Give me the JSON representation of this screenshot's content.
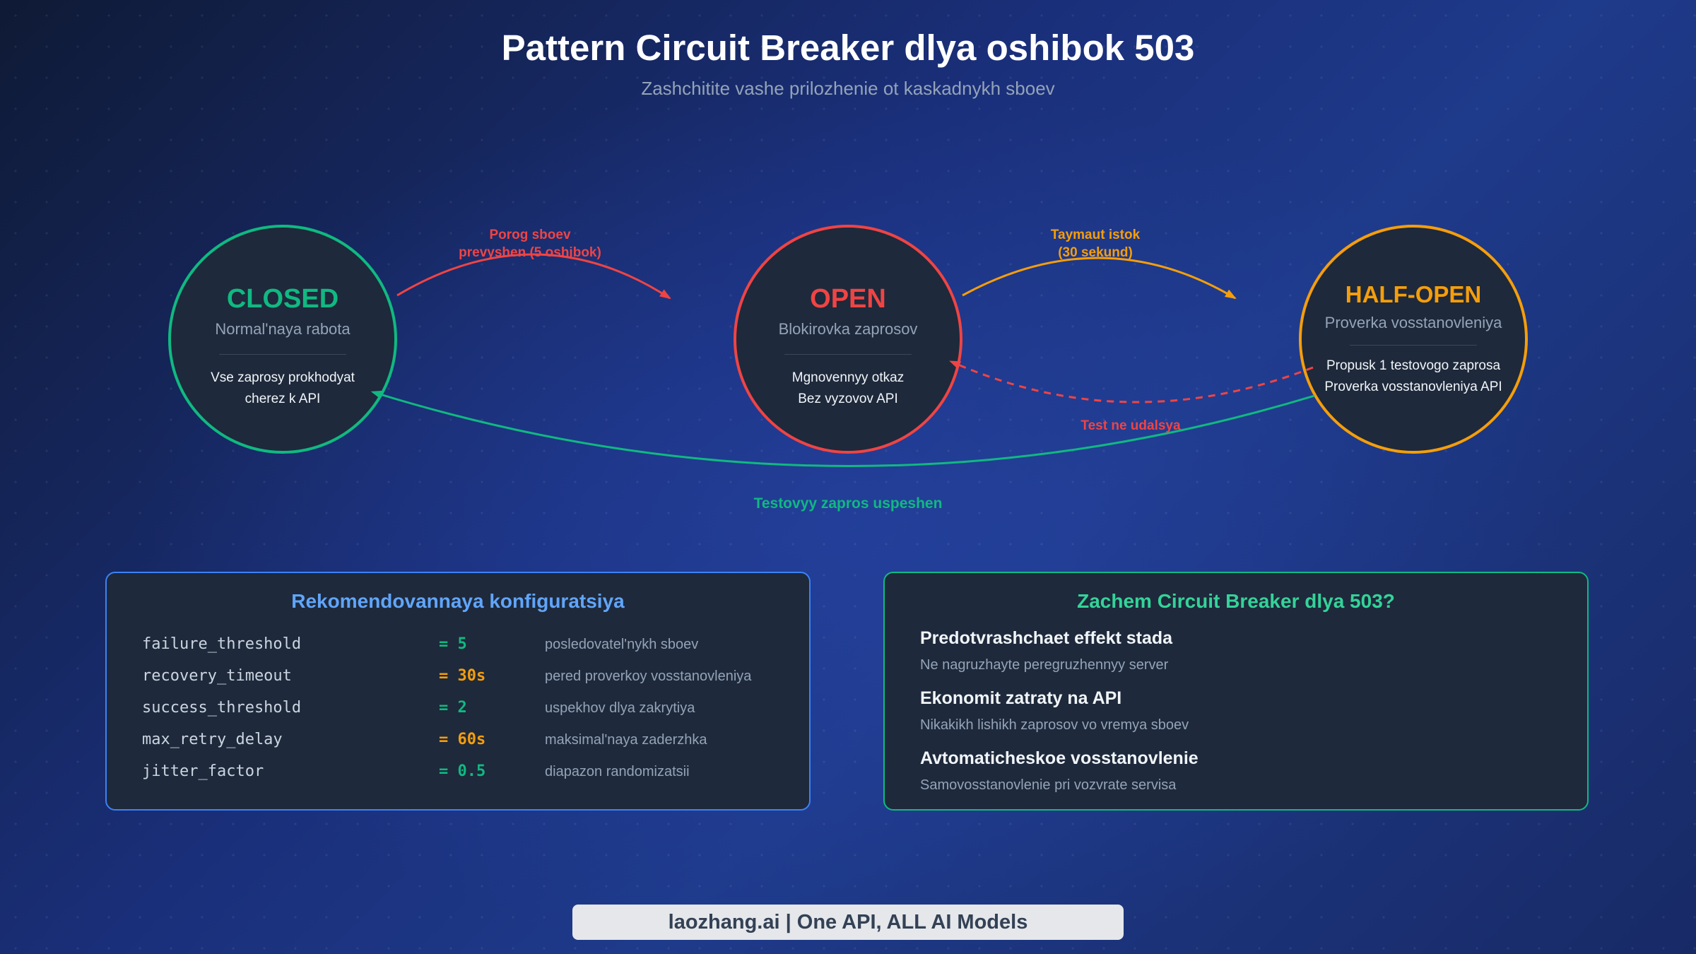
{
  "header": {
    "title": "Pattern Circuit Breaker dlya oshibok 503",
    "subtitle": "Zashchitite vashe prilozhenie ot kaskadnykh sboev"
  },
  "states": {
    "closed": {
      "name": "CLOSED",
      "desc": "Normal'naya rabota",
      "detail_1": "Vse zaprosy prokhodyat",
      "detail_2": "cherez k API",
      "color": "#10b981"
    },
    "open": {
      "name": "OPEN",
      "desc": "Blokirovka zaprosov",
      "detail_1": "Mgnovennyy otkaz",
      "detail_2": "Bez vyzovov API",
      "color": "#ef4444"
    },
    "half_open": {
      "name": "HALF-OPEN",
      "desc": "Proverka vosstanovleniya",
      "detail_1": "Propusk 1 testovogo zaprosa",
      "detail_2": "Proverka vosstanovleniya API",
      "color": "#f59e0b"
    }
  },
  "transitions": {
    "closed_to_open_1": "Porog sboev",
    "closed_to_open_2": "prevyshen (5 oshibok)",
    "open_to_half_1": "Taymaut istok",
    "open_to_half_2": "(30 sekund)",
    "half_to_open": "Test ne udalsya",
    "half_to_closed": "Testovyy zapros uspeshen"
  },
  "config": {
    "title": "Rekomendovannaya konfiguratsiya",
    "rows": [
      {
        "key": "failure_threshold",
        "value": "= 5",
        "note": "posledovatel'nykh sboev",
        "color": "#10b981"
      },
      {
        "key": "recovery_timeout",
        "value": "= 30s",
        "note": "pered proverkoy vosstanovleniya",
        "color": "#f59e0b"
      },
      {
        "key": "success_threshold",
        "value": "= 2",
        "note": "uspekhov dlya zakrytiya",
        "color": "#10b981"
      },
      {
        "key": "max_retry_delay",
        "value": "= 60s",
        "note": "maksimal'naya zaderzhka",
        "color": "#f59e0b"
      },
      {
        "key": "jitter_factor",
        "value": "= 0.5",
        "note": "diapazon randomizatsii",
        "color": "#10b981"
      }
    ]
  },
  "reasons": {
    "title": "Zachem Circuit Breaker dlya 503?",
    "items": [
      {
        "heading": "Predotvrashchaet effekt stada",
        "desc": "Ne nagruzhayte peregruzhennyy server"
      },
      {
        "heading": "Ekonomit zatraty na API",
        "desc": "Nikakikh lishikh zaprosov vo vremya sboev"
      },
      {
        "heading": "Avtomaticheskoe vosstanovlenie",
        "desc": "Samovosstanovlenie pri vozvrate servisa"
      }
    ]
  },
  "footer": {
    "text": "laozhang.ai | One API, ALL AI Models"
  }
}
